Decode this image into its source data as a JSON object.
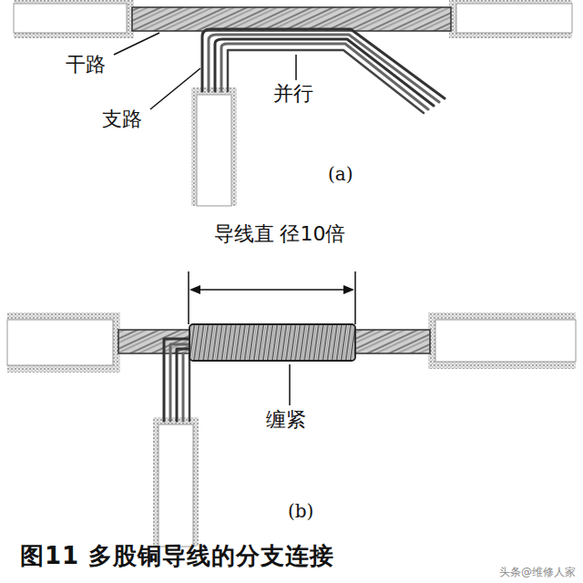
{
  "diagram": {
    "caption": "图11 多股铜导线的分支连接",
    "labels": [
      "干路",
      "支路",
      "并行",
      "(a)",
      "导线直 径10倍",
      "缠紧",
      "(b)",
      "头条@维修人家"
    ]
  }
}
